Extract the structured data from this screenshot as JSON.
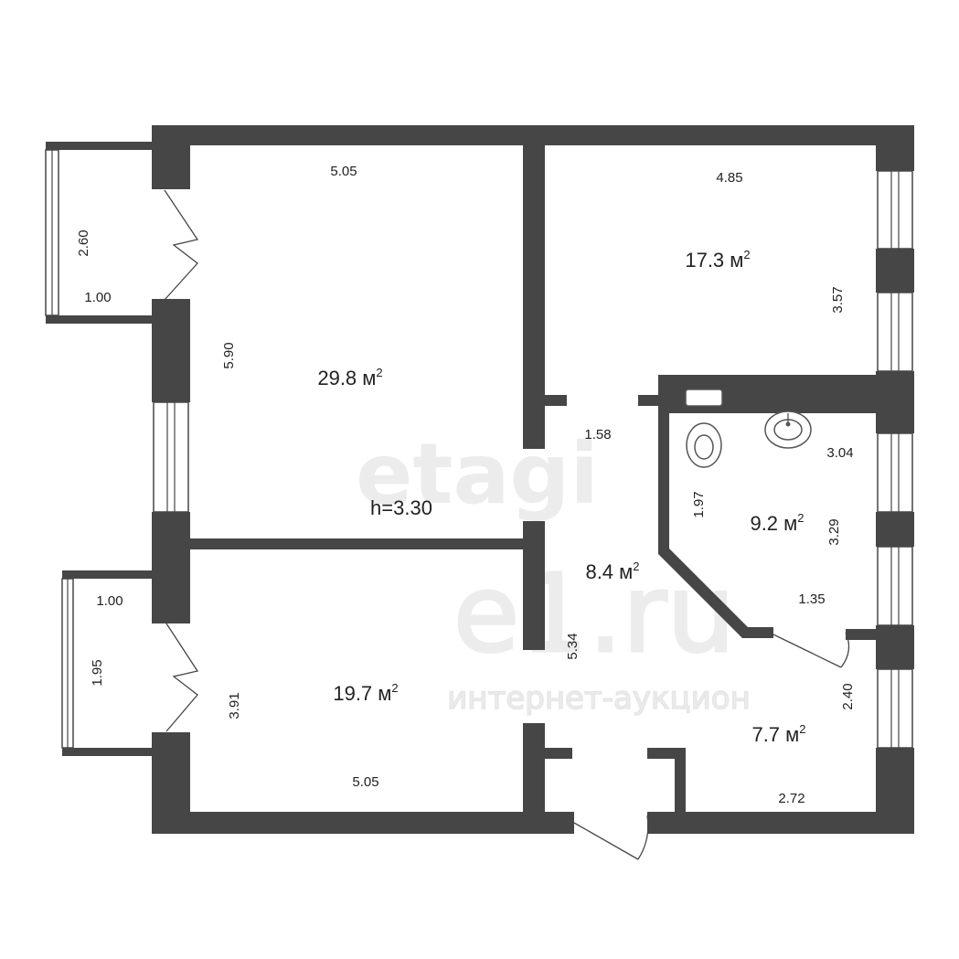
{
  "watermark": {
    "brand": "etagi",
    "domain": "e1.ru",
    "subtitle": "интернет-аукцион"
  },
  "height_label": "h=3.30",
  "area_unit": "м",
  "area_unit_power": "2",
  "rooms": {
    "large_room": {
      "area": "29.8",
      "width": "5.05",
      "length": "5.90"
    },
    "room_top_right": {
      "area": "17.3",
      "width": "4.85",
      "length": "3.57"
    },
    "hall": {
      "area": "8.4",
      "width": "1.58",
      "length": "5.34"
    },
    "bathroom": {
      "area": "9.2",
      "width": "3.04",
      "length": "3.29",
      "diagonal": "1.97",
      "side": "1.35"
    },
    "room_bottom_left": {
      "area": "19.7",
      "width": "5.05",
      "length": "3.91"
    },
    "kitchen": {
      "area": "7.7",
      "width": "2.72",
      "length": "2.40"
    }
  },
  "balconies": {
    "top": {
      "length": "2.60",
      "depth": "1.00"
    },
    "bottom": {
      "length": "1.95",
      "depth": "1.00"
    }
  }
}
